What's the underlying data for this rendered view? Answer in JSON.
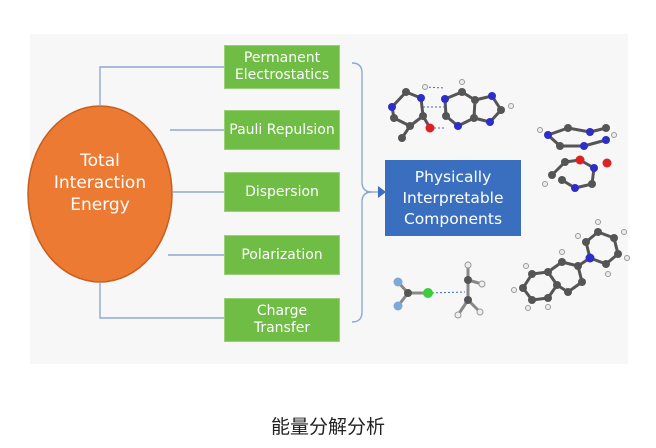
{
  "diagram": {
    "total": "Total\nInteraction\nEnergy",
    "components": [
      {
        "label": "Permanent\nElectrostatics"
      },
      {
        "label": "Pauli Repulsion"
      },
      {
        "label": "Dispersion"
      },
      {
        "label": "Polarization"
      },
      {
        "label": "Charge\nTransfer"
      }
    ],
    "result": "Physically\nInterpretable\nComponents",
    "colors": {
      "ellipse": "#ec7a32",
      "component_box": "#6fbd45",
      "result_box": "#3a6fbf",
      "connector": "#8fa8cf"
    }
  },
  "caption": "能量分解分析"
}
